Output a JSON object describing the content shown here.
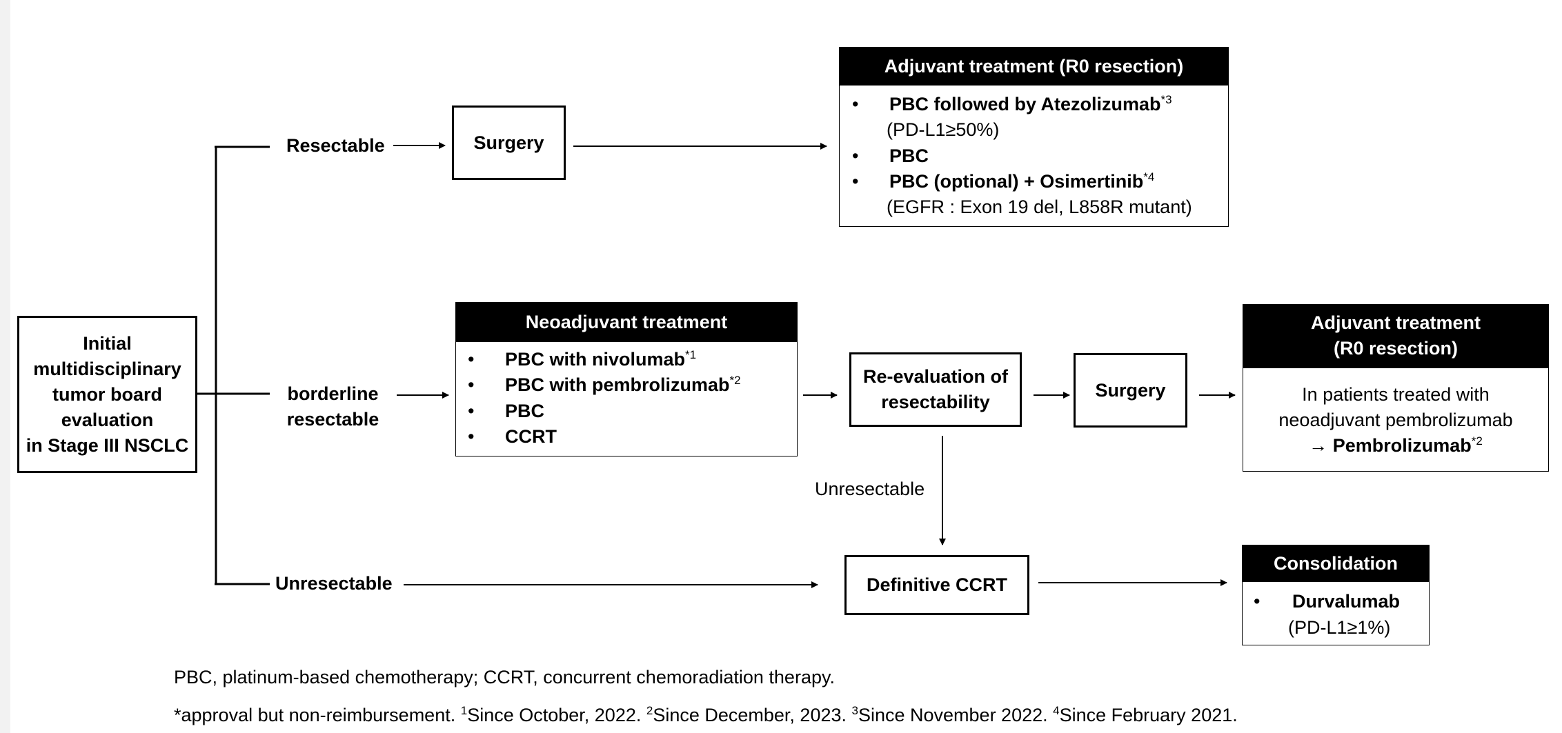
{
  "start_box": {
    "lines": [
      "Initial",
      "multidisciplinary",
      "tumor board",
      "evaluation",
      "in Stage III NSCLC"
    ]
  },
  "branches": {
    "resectable": "Resectable",
    "borderline": [
      "borderline",
      "resectable"
    ],
    "unresectable": "Unresectable",
    "unresectable_vertical": "Unresectable"
  },
  "surgery_top": "Surgery",
  "adjuvant_top": {
    "header": "Adjuvant treatment (R0 resection)",
    "items": [
      {
        "bullet": "•",
        "text": "PBC followed by Atezolizumab",
        "sup": "*3",
        "sub": "(PD-L1≥50%)"
      },
      {
        "bullet": "•",
        "text": "PBC",
        "sup": "",
        "sub": ""
      },
      {
        "bullet": "•",
        "text": "PBC (optional) + Osimertinib",
        "sup": "*4",
        "sub": "(EGFR : Exon 19 del, L858R mutant)"
      }
    ]
  },
  "neoadjuvant": {
    "header": "Neoadjuvant treatment",
    "items": [
      {
        "bullet": "•",
        "text": "PBC with nivolumab",
        "sup": "*1"
      },
      {
        "bullet": "•",
        "text": "PBC with pembrolizumab",
        "sup": "*2"
      },
      {
        "bullet": "•",
        "text": "PBC",
        "sup": ""
      },
      {
        "bullet": "•",
        "text": "CCRT",
        "sup": ""
      }
    ]
  },
  "reevaluation": [
    "Re-evaluation of",
    "resectability"
  ],
  "surgery_mid": "Surgery",
  "adjuvant_mid": {
    "header": [
      "Adjuvant treatment",
      "(R0 resection)"
    ],
    "lines": [
      "In patients treated with",
      "neoadjuvant pembrolizumab"
    ],
    "arrow": "→",
    "drug": "Pembrolizumab",
    "sup": "*2"
  },
  "definitive": "Definitive CCRT",
  "consolidation": {
    "header": "Consolidation",
    "bullet": "•",
    "drug": "Durvalumab",
    "sub": "(PD-L1≥1%)"
  },
  "footnotes": {
    "abbrev": "PBC, platinum-based chemotherapy; CCRT, concurrent chemoradiation therapy.",
    "approval": "*approval but non-reimbursement. ",
    "notes": [
      {
        "num": "1",
        "text": "Since October, 2022. "
      },
      {
        "num": "2",
        "text": "Since December, 2023. "
      },
      {
        "num": "3",
        "text": "Since November 2022. "
      },
      {
        "num": "4",
        "text": "Since February 2021."
      }
    ]
  }
}
